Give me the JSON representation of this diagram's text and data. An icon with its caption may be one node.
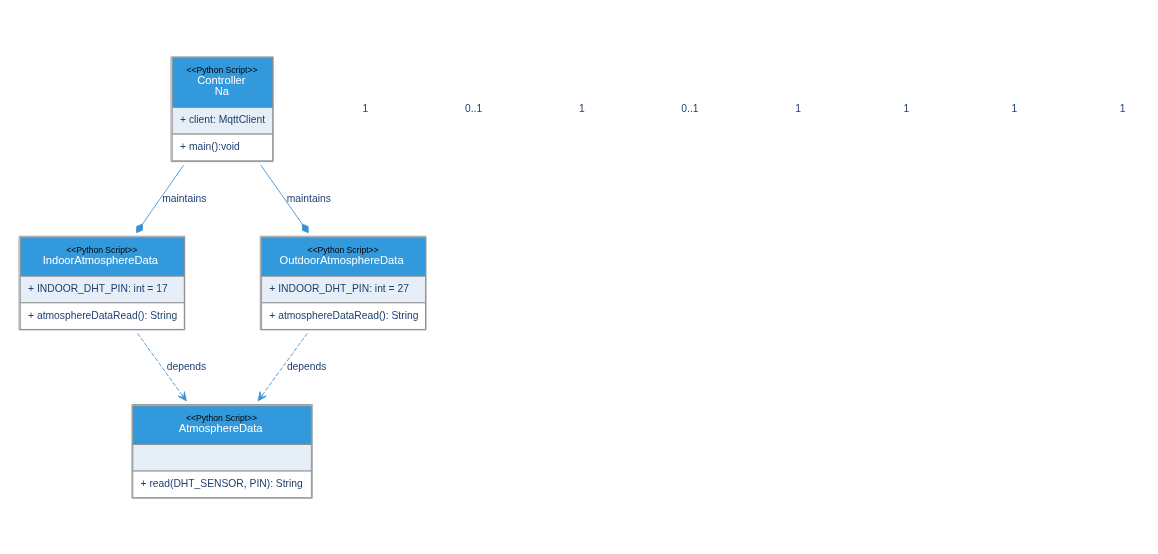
{
  "diagram": {
    "nodes": [
      {
        "text": [
          "<<Python Script>>",
          "Controller",
          "Na",
          "+ client: MqttClient",
          "+ main():void"
        ]
      },
      {
        "text": [
          "<<Python Script>>",
          "IndoorAtmosphereData",
          "+ INDOOR_DHT_PIN: int = 17",
          "+ atmosphereDataRead(): String"
        ]
      },
      {
        "text": [
          "<<Python Script>>",
          "OutdoorAtmosphereData",
          "+ INDOOR_DHT_PIN: int = 27",
          "+ atmosphereDataRead(): String"
        ]
      },
      {
        "text": [
          "<<Python Script>>",
          "AtmosphereData",
          "+ read(DHT_SENSOR, PIN): String"
        ]
      }
    ],
    "edges": [
      {
        "from": 0,
        "to": 1,
        "arrow": "other",
        "label": "maintains"
      },
      {
        "from": 0,
        "to": 2,
        "arrow": "other",
        "label": "maintains"
      },
      {
        "from": 1,
        "to": 3,
        "arrow": "to",
        "label": "depends",
        "style": "dashed"
      },
      {
        "from": 2,
        "to": 3,
        "arrow": "to",
        "label": "depends",
        "style": "dashed"
      }
    ],
    "labels": [
      "1",
      "0..1",
      "1",
      "0..1",
      "1",
      "1",
      "1",
      "1"
    ]
  }
}
